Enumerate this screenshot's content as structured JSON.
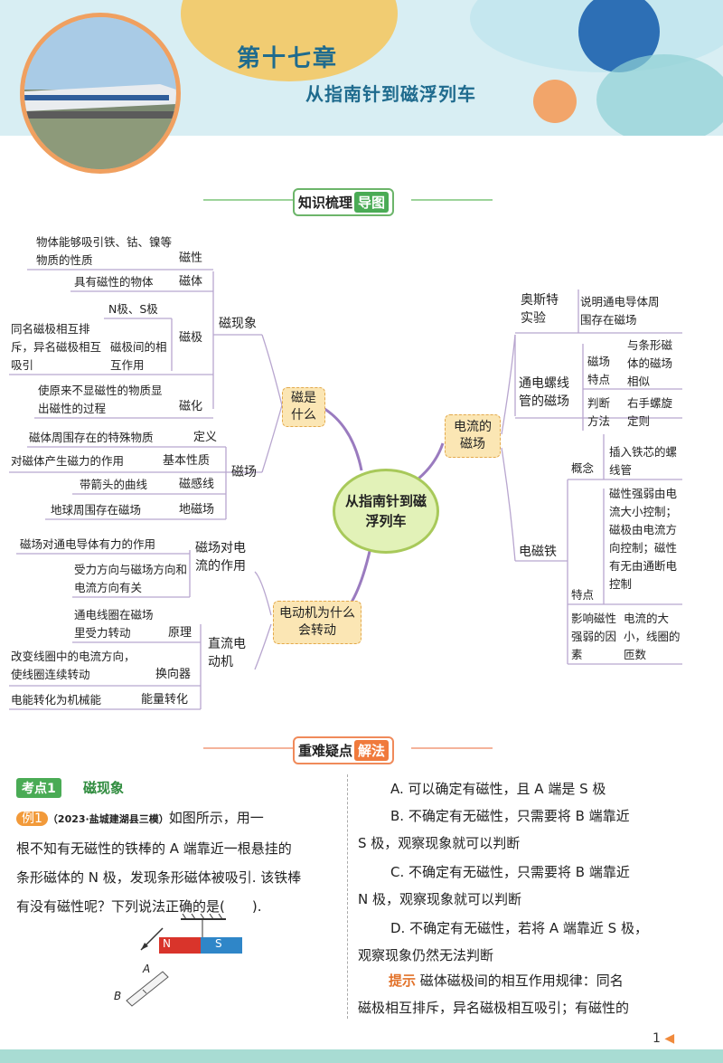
{
  "header": {
    "chapter_no": "第十七章",
    "chapter_title": "从指南针到磁浮列车"
  },
  "section1": {
    "title_a": "知识梳理",
    "title_b": "导图"
  },
  "section2": {
    "title_a": "重难疑点",
    "title_b": "解法"
  },
  "mindmap": {
    "center": "从指南针到磁浮列车",
    "n1": "磁是什么",
    "n2": "电流的磁场",
    "n3": "电动机为什么会转动",
    "cixianxiang": "磁现象",
    "cichang": "磁场",
    "cixing_desc": "物体能够吸引铁、钴、镍等物质的性质",
    "cixing": "磁性",
    "citi_desc": "具有磁性的物体",
    "citi": "磁体",
    "nspole": "N极、S极",
    "tongming": "同名磁极相互排斥，异名磁极相互吸引",
    "cijijian": "磁极间的相互作用",
    "ciji": "磁极",
    "cihua_desc": "使原来不显磁性的物质显出磁性的过程",
    "cihua": "磁化",
    "dingyi_desc": "磁体周围存在的特殊物质",
    "dingyi": "定义",
    "jiben_desc": "对磁体产生磁力的作用",
    "jiben": "基本性质",
    "cigan_desc": "带箭头的曲线",
    "cigan": "磁感线",
    "dici_desc": "地球周围存在磁场",
    "dici": "地磁场",
    "aosite": "奥斯特实验",
    "aosite_desc": "说明通电导体周围存在磁场",
    "luoxian": "通电螺线管的磁场",
    "cichangtedian": "磁场特点",
    "cichangtedian_desc": "与条形磁体的磁场相似",
    "panduan": "判断方法",
    "panduan_desc": "右手螺旋定则",
    "diancitie": "电磁铁",
    "gainian": "概念",
    "gainian_desc": "插入铁芯的螺线管",
    "tedian": "特点",
    "tedian_desc": "磁性强弱由电流大小控制；磁极由电流方向控制；磁性有无由通断电控制",
    "yingxiang": "影响磁性强弱的因素",
    "yingxiang_desc": "电流的大小，线圈的匝数",
    "cichangdui": "磁场对电流的作用",
    "cichangdui_desc": "磁场对通电导体有力的作用",
    "shouli_desc": "受力方向与磁场方向和电流方向有关",
    "zhiliu": "直流电动机",
    "yuanli_desc": "通电线圈在磁场里受力转动",
    "yuanli": "原理",
    "huanxiang_desc": "改变线圈中的电流方向，使线圈连续转动",
    "huanxiang": "换向器",
    "nengliang_desc": "电能转化为机械能",
    "nengliang": "能量转化"
  },
  "kaodian": {
    "tag": "考点1",
    "title": "磁现象",
    "ex_tag": "例1",
    "source": "（2023·盐城建湖县三模）",
    "q1": "如图所示，用一",
    "q2": "根不知有无磁性的铁棒的 A 端靠近一根悬挂的",
    "q3": "条形磁体的 N 极，发现条形磁体被吸引. 该铁棒",
    "q4": "有没有磁性呢？下列说法正确的是(　　).",
    "fig_n": "N",
    "fig_s": "S",
    "fig_a": "A",
    "fig_b": "B",
    "optA": "A. 可以确定有磁性，且 A 端是 S 极",
    "optB1": "B. 不确定有无磁性，只需要将 B 端靠近",
    "optB2": "S 极，观察现象就可以判断",
    "optC1": "C. 不确定有无磁性，只需要将 B 端靠近",
    "optC2": "N 极，观察现象就可以判断",
    "optD1": "D. 不确定有无磁性，若将 A 端靠近 S 极，",
    "optD2": "观察现象仍然无法判断",
    "hint_tag": "提示",
    "hint1": "磁体磁极间的相互作用规律：同名",
    "hint2": "磁极相互排斥，异名磁极相互吸引；有磁性的"
  },
  "page_number": "1"
}
